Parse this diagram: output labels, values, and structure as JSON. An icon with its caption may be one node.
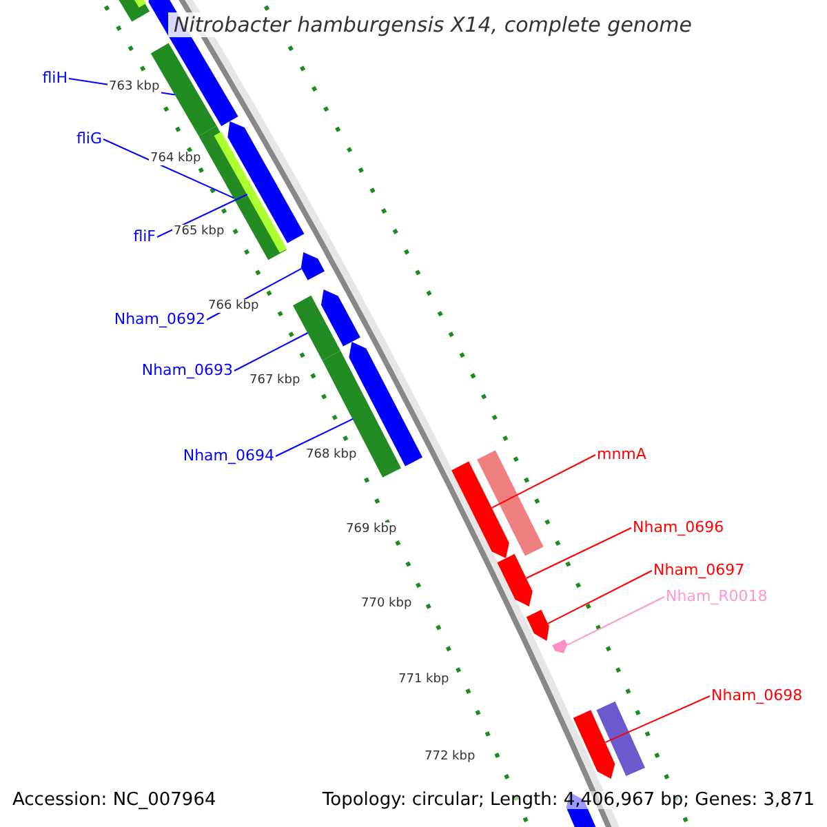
{
  "diagram": {
    "title": "Nitrobacter hamburgensis X14, complete genome",
    "nodes": [
      {
        "text": [
          "fliH"
        ]
      },
      {
        "text": [
          "fliG"
        ]
      },
      {
        "text": [
          "fliF"
        ]
      },
      {
        "text": [
          "Nham_0692"
        ]
      },
      {
        "text": [
          "Nham_0693"
        ]
      },
      {
        "text": [
          "Nham_0694"
        ]
      },
      {
        "text": [
          "mnmA"
        ]
      },
      {
        "text": [
          "Nham_0696"
        ]
      },
      {
        "text": [
          "Nham_0697"
        ]
      },
      {
        "text": [
          "Nham_R0018"
        ]
      },
      {
        "text": [
          "Nham_0698"
        ]
      },
      {
        "text": [],
        "shape": "bar"
      },
      {
        "text": [],
        "shape": "bar",
        "in": 11
      },
      {
        "text": [],
        "shape": "pentagon"
      },
      {
        "text": [],
        "shape": "bar"
      },
      {
        "text": [],
        "shape": "pentagon"
      },
      {
        "text": [],
        "shape": "bar"
      },
      {
        "text": [],
        "shape": "bar",
        "in": 16
      },
      {
        "text": [],
        "shape": "pentagon"
      },
      {
        "text": [],
        "shape": "pentagon"
      },
      {
        "text": [],
        "shape": "bar"
      },
      {
        "text": [],
        "shape": "pentagon"
      },
      {
        "text": [],
        "shape": "bar"
      },
      {
        "text": [],
        "shape": "bar"
      },
      {
        "text": [],
        "shape": "pentagon"
      },
      {
        "text": [],
        "shape": "pentagon"
      },
      {
        "text": [],
        "shape": "pentagon"
      },
      {
        "text": [],
        "shape": "pentagon"
      },
      {
        "text": [],
        "shape": "bar"
      },
      {
        "text": [],
        "shape": "pentagon"
      },
      {
        "text": [],
        "shape": "pentagon"
      }
    ],
    "edges": [
      {
        "from": 0,
        "to": 14,
        "arrow": "none"
      },
      {
        "from": 1,
        "to": 16,
        "arrow": "none"
      },
      {
        "from": 2,
        "to": 17,
        "arrow": "none"
      },
      {
        "from": 3,
        "to": 18,
        "arrow": "none"
      },
      {
        "from": 4,
        "to": 20,
        "arrow": "none"
      },
      {
        "from": 5,
        "to": 22,
        "arrow": "none"
      },
      {
        "from": 6,
        "to": 24,
        "arrow": "none",
        "color": "#ff0000"
      },
      {
        "from": 7,
        "to": 25,
        "arrow": "none",
        "color": "#ff0000"
      },
      {
        "from": 8,
        "to": 26,
        "arrow": "none",
        "color": "#ff0000"
      },
      {
        "from": 9,
        "to": 27,
        "arrow": "none",
        "color": "#ff99cc"
      },
      {
        "from": 10,
        "to": 29,
        "arrow": "none",
        "color": "#ff0000"
      }
    ],
    "labels": [
      "763 kbp",
      "764 kbp",
      "765 kbp",
      "766 kbp",
      "767 kbp",
      "768 kbp",
      "769 kbp",
      "770 kbp",
      "771 kbp",
      "772 kbp",
      "Accession: NC_007964",
      "Topology: circular; Length: 4,406,967 bp; Genes: 3,871"
    ]
  }
}
